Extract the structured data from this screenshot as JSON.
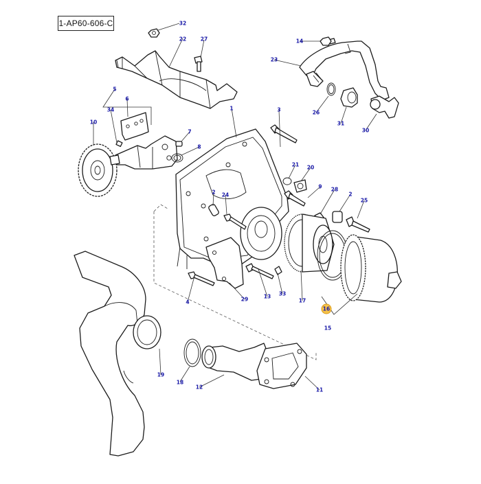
{
  "diagram": {
    "reference_code": "1-AP60-606-C",
    "highlighted_part": "16",
    "callout_color": "#1a1aa8",
    "highlight_color": "#f5c24a",
    "callouts": [
      {
        "id": "32",
        "label": "32"
      },
      {
        "id": "22",
        "label": "22"
      },
      {
        "id": "27",
        "label": "27"
      },
      {
        "id": "14",
        "label": "14"
      },
      {
        "id": "23",
        "label": "23"
      },
      {
        "id": "26",
        "label": "26"
      },
      {
        "id": "31",
        "label": "31"
      },
      {
        "id": "30",
        "label": "30"
      },
      {
        "id": "5",
        "label": "5"
      },
      {
        "id": "6",
        "label": "6"
      },
      {
        "id": "1",
        "label": "1"
      },
      {
        "id": "3",
        "label": "3"
      },
      {
        "id": "34",
        "label": "34"
      },
      {
        "id": "10",
        "label": "10"
      },
      {
        "id": "7",
        "label": "7"
      },
      {
        "id": "8",
        "label": "8"
      },
      {
        "id": "21",
        "label": "21"
      },
      {
        "id": "20",
        "label": "20"
      },
      {
        "id": "9",
        "label": "9"
      },
      {
        "id": "2a",
        "label": "2"
      },
      {
        "id": "24",
        "label": "24"
      },
      {
        "id": "28",
        "label": "28"
      },
      {
        "id": "2b",
        "label": "2"
      },
      {
        "id": "25",
        "label": "25"
      },
      {
        "id": "4",
        "label": "4"
      },
      {
        "id": "29",
        "label": "29"
      },
      {
        "id": "13",
        "label": "13"
      },
      {
        "id": "33",
        "label": "33"
      },
      {
        "id": "17",
        "label": "17"
      },
      {
        "id": "16",
        "label": "16"
      },
      {
        "id": "15",
        "label": "15"
      },
      {
        "id": "19",
        "label": "19"
      },
      {
        "id": "18",
        "label": "18"
      },
      {
        "id": "12",
        "label": "12"
      },
      {
        "id": "11",
        "label": "11"
      }
    ]
  }
}
